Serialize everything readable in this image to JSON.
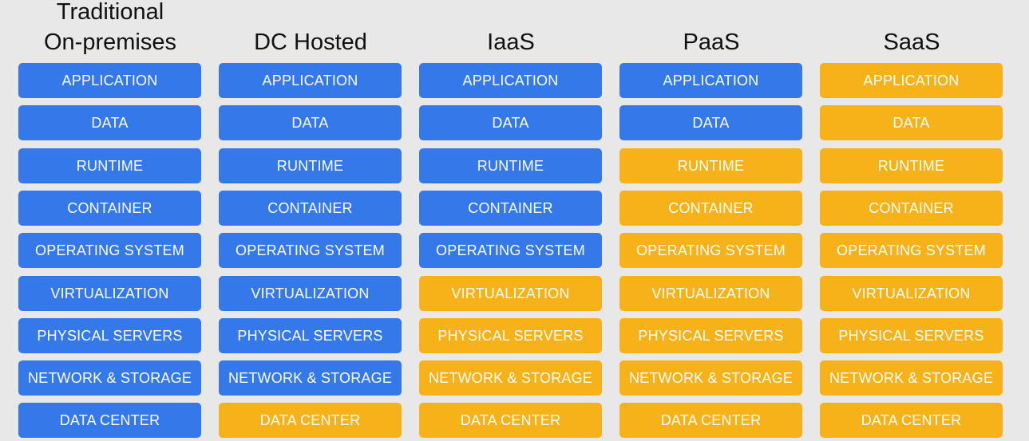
{
  "colors": {
    "customer_managed": "#3478ea",
    "provider_managed": "#f7b21a",
    "background": "#e8e8e8"
  },
  "columns": [
    {
      "title": "Traditional On-premises",
      "title_lines": [
        "Traditional",
        "On-premises"
      ],
      "layers": [
        {
          "label": "APPLICATION",
          "managed_by": "customer"
        },
        {
          "label": "DATA",
          "managed_by": "customer"
        },
        {
          "label": "RUNTIME",
          "managed_by": "customer"
        },
        {
          "label": "CONTAINER",
          "managed_by": "customer"
        },
        {
          "label": "OPERATING SYSTEM",
          "managed_by": "customer"
        },
        {
          "label": "VIRTUALIZATION",
          "managed_by": "customer"
        },
        {
          "label": "PHYSICAL SERVERS",
          "managed_by": "customer"
        },
        {
          "label": "NETWORK & STORAGE",
          "managed_by": "customer"
        },
        {
          "label": "DATA CENTER",
          "managed_by": "customer"
        }
      ]
    },
    {
      "title": "DC Hosted",
      "title_lines": [
        "DC Hosted"
      ],
      "layers": [
        {
          "label": "APPLICATION",
          "managed_by": "customer"
        },
        {
          "label": "DATA",
          "managed_by": "customer"
        },
        {
          "label": "RUNTIME",
          "managed_by": "customer"
        },
        {
          "label": "CONTAINER",
          "managed_by": "customer"
        },
        {
          "label": "OPERATING SYSTEM",
          "managed_by": "customer"
        },
        {
          "label": "VIRTUALIZATION",
          "managed_by": "customer"
        },
        {
          "label": "PHYSICAL SERVERS",
          "managed_by": "customer"
        },
        {
          "label": "NETWORK & STORAGE",
          "managed_by": "customer"
        },
        {
          "label": "DATA CENTER",
          "managed_by": "provider"
        }
      ]
    },
    {
      "title": "IaaS",
      "title_lines": [
        "IaaS"
      ],
      "layers": [
        {
          "label": "APPLICATION",
          "managed_by": "customer"
        },
        {
          "label": "DATA",
          "managed_by": "customer"
        },
        {
          "label": "RUNTIME",
          "managed_by": "customer"
        },
        {
          "label": "CONTAINER",
          "managed_by": "customer"
        },
        {
          "label": "OPERATING SYSTEM",
          "managed_by": "customer"
        },
        {
          "label": "VIRTUALIZATION",
          "managed_by": "provider"
        },
        {
          "label": "PHYSICAL SERVERS",
          "managed_by": "provider"
        },
        {
          "label": "NETWORK & STORAGE",
          "managed_by": "provider"
        },
        {
          "label": "DATA CENTER",
          "managed_by": "provider"
        }
      ]
    },
    {
      "title": "PaaS",
      "title_lines": [
        "PaaS"
      ],
      "layers": [
        {
          "label": "APPLICATION",
          "managed_by": "customer"
        },
        {
          "label": "DATA",
          "managed_by": "customer"
        },
        {
          "label": "RUNTIME",
          "managed_by": "provider"
        },
        {
          "label": "CONTAINER",
          "managed_by": "provider"
        },
        {
          "label": "OPERATING SYSTEM",
          "managed_by": "provider"
        },
        {
          "label": "VIRTUALIZATION",
          "managed_by": "provider"
        },
        {
          "label": "PHYSICAL SERVERS",
          "managed_by": "provider"
        },
        {
          "label": "NETWORK & STORAGE",
          "managed_by": "provider"
        },
        {
          "label": "DATA CENTER",
          "managed_by": "provider"
        }
      ]
    },
    {
      "title": "SaaS",
      "title_lines": [
        "SaaS"
      ],
      "layers": [
        {
          "label": "APPLICATION",
          "managed_by": "provider"
        },
        {
          "label": "DATA",
          "managed_by": "provider"
        },
        {
          "label": "RUNTIME",
          "managed_by": "provider"
        },
        {
          "label": "CONTAINER",
          "managed_by": "provider"
        },
        {
          "label": "OPERATING SYSTEM",
          "managed_by": "provider"
        },
        {
          "label": "VIRTUALIZATION",
          "managed_by": "provider"
        },
        {
          "label": "PHYSICAL SERVERS",
          "managed_by": "provider"
        },
        {
          "label": "NETWORK & STORAGE",
          "managed_by": "provider"
        },
        {
          "label": "DATA CENTER",
          "managed_by": "provider"
        }
      ]
    }
  ]
}
